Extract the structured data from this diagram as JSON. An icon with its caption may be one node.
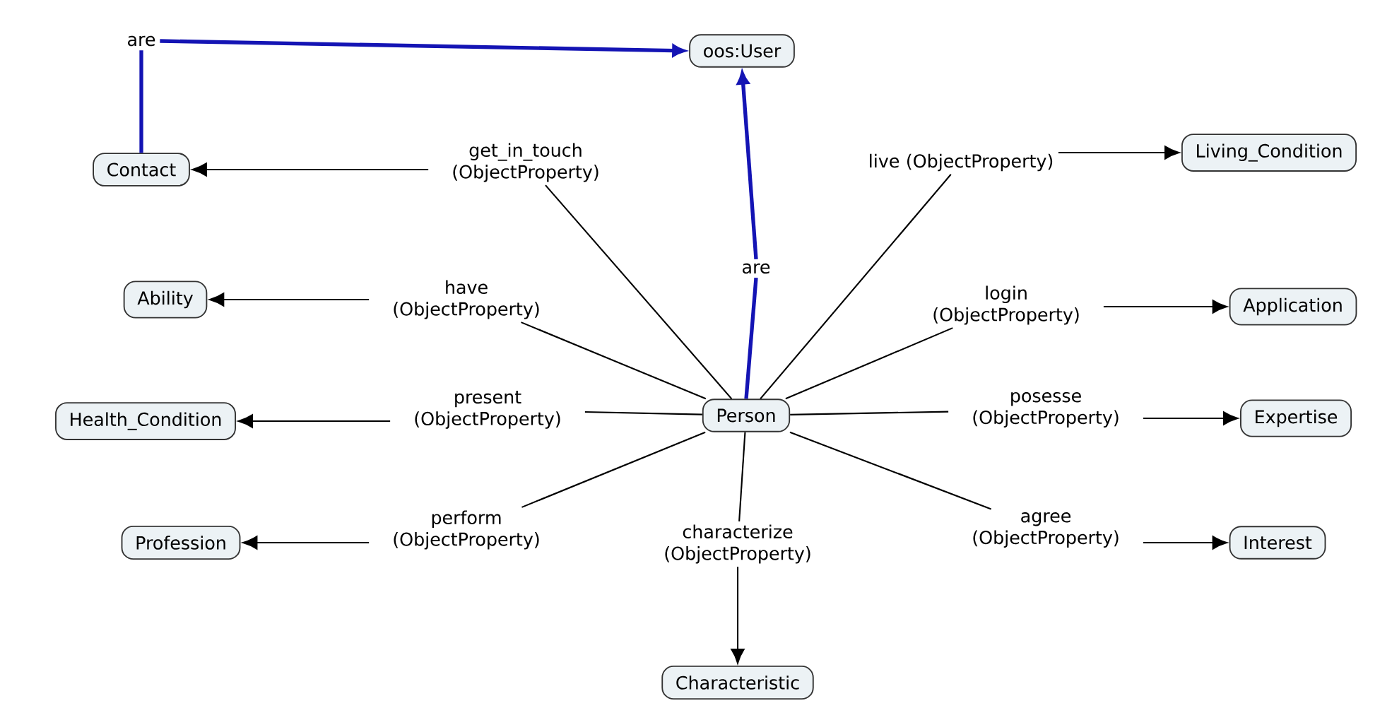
{
  "diagram": {
    "nodes": [
      {
        "text": [
          "oos:User"
        ]
      },
      {
        "text": [
          "are"
        ]
      },
      {
        "text": [
          "Contact"
        ]
      },
      {
        "text": [
          "get_in_touch (ObjectProperty)"
        ]
      },
      {
        "text": [
          "live (ObjectProperty)"
        ]
      },
      {
        "text": [
          "Living_Condition"
        ]
      },
      {
        "text": [
          "have (ObjectProperty)"
        ]
      },
      {
        "text": [
          "Ability"
        ]
      },
      {
        "text": [
          "are"
        ]
      },
      {
        "text": [
          "login (ObjectProperty)"
        ]
      },
      {
        "text": [
          "Application"
        ]
      },
      {
        "text": [
          "present (ObjectProperty)"
        ]
      },
      {
        "text": [
          "Health_Condition"
        ]
      },
      {
        "text": [
          "Person"
        ]
      },
      {
        "text": [
          "posesse (ObjectProperty)"
        ]
      },
      {
        "text": [
          "Expertise"
        ]
      },
      {
        "text": [
          "perform (ObjectProperty)"
        ]
      },
      {
        "text": [
          "Profession"
        ]
      },
      {
        "text": [
          "characterize (ObjectProperty)"
        ]
      },
      {
        "text": [
          "agree (ObjectProperty)"
        ]
      },
      {
        "text": [
          "Interest"
        ]
      },
      {
        "text": [
          "Characteristic"
        ]
      }
    ],
    "edges": [
      {
        "from": 2,
        "to": 1,
        "arrow": "none",
        "style": "thick",
        "color": "#1414b4"
      },
      {
        "from": 1,
        "to": 0,
        "arrow": "to",
        "style": "thick",
        "color": "#1414b4"
      },
      {
        "from": 13,
        "to": 8,
        "arrow": "none",
        "style": "thick",
        "color": "#1414b4"
      },
      {
        "from": 8,
        "to": 0,
        "arrow": "to",
        "style": "thick",
        "color": "#1414b4"
      },
      {
        "from": 13,
        "to": 3,
        "arrow": "none"
      },
      {
        "from": 3,
        "to": 2,
        "arrow": "to"
      },
      {
        "from": 13,
        "to": 4,
        "arrow": "none"
      },
      {
        "from": 4,
        "to": 5,
        "arrow": "to"
      },
      {
        "from": 13,
        "to": 6,
        "arrow": "none"
      },
      {
        "from": 6,
        "to": 7,
        "arrow": "to"
      },
      {
        "from": 13,
        "to": 9,
        "arrow": "none"
      },
      {
        "from": 9,
        "to": 10,
        "arrow": "to"
      },
      {
        "from": 13,
        "to": 11,
        "arrow": "none"
      },
      {
        "from": 11,
        "to": 12,
        "arrow": "to"
      },
      {
        "from": 13,
        "to": 14,
        "arrow": "none"
      },
      {
        "from": 14,
        "to": 15,
        "arrow": "to"
      },
      {
        "from": 13,
        "to": 16,
        "arrow": "none"
      },
      {
        "from": 16,
        "to": 17,
        "arrow": "to"
      },
      {
        "from": 13,
        "to": 18,
        "arrow": "none"
      },
      {
        "from": 18,
        "to": 21,
        "arrow": "to"
      },
      {
        "from": 13,
        "to": 19,
        "arrow": "none"
      },
      {
        "from": 19,
        "to": 20,
        "arrow": "to"
      }
    ]
  }
}
